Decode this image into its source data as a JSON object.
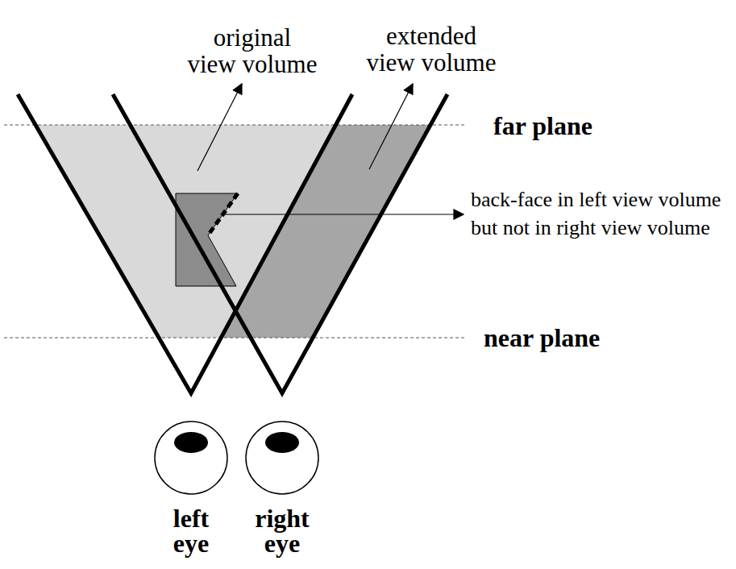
{
  "diagram": {
    "labels": [
      "original view volume",
      "extended view volume",
      "far plane",
      "back-face in left view volume but not in right view volume",
      "near plane",
      "left eye",
      "right eye"
    ]
  }
}
